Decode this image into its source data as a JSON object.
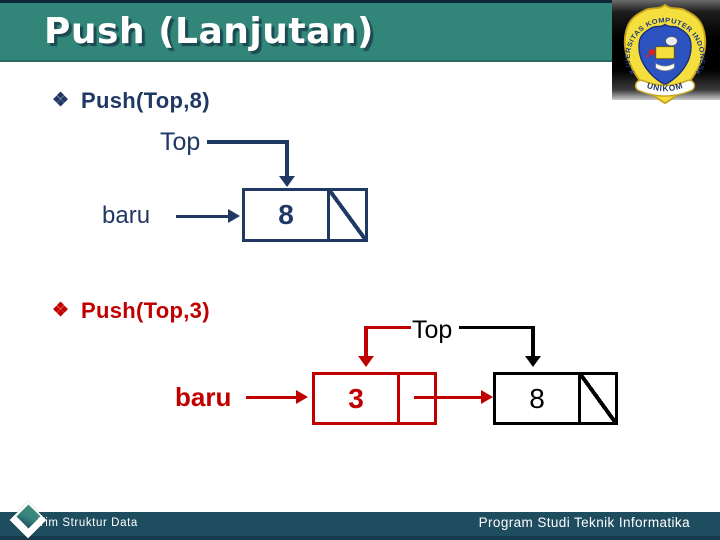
{
  "header": {
    "title": "Push (Lanjutan)"
  },
  "logo": {
    "ring_text": "UNIVERSITAS KOMPUTER INDONESIA",
    "banner_text": "UNIKOM",
    "star": "★"
  },
  "bullet1": {
    "marker": "❖",
    "label": "Push(Top,8)"
  },
  "bullet2": {
    "marker": "❖",
    "label": "Push(Top,3)"
  },
  "diagram1": {
    "top_label": "Top",
    "baru_label": "baru",
    "value": "8"
  },
  "diagram2": {
    "top_label": "Top",
    "baru_label": "baru",
    "new_value": "3",
    "old_value": "8"
  },
  "footer": {
    "left": "Tim Struktur Data",
    "right": "Program Studi Teknik Informatika"
  },
  "colors": {
    "header_teal": "#318679",
    "footer_teal": "#1f4d60",
    "navy": "#1f3864",
    "red": "#c00000",
    "black": "#000000"
  }
}
